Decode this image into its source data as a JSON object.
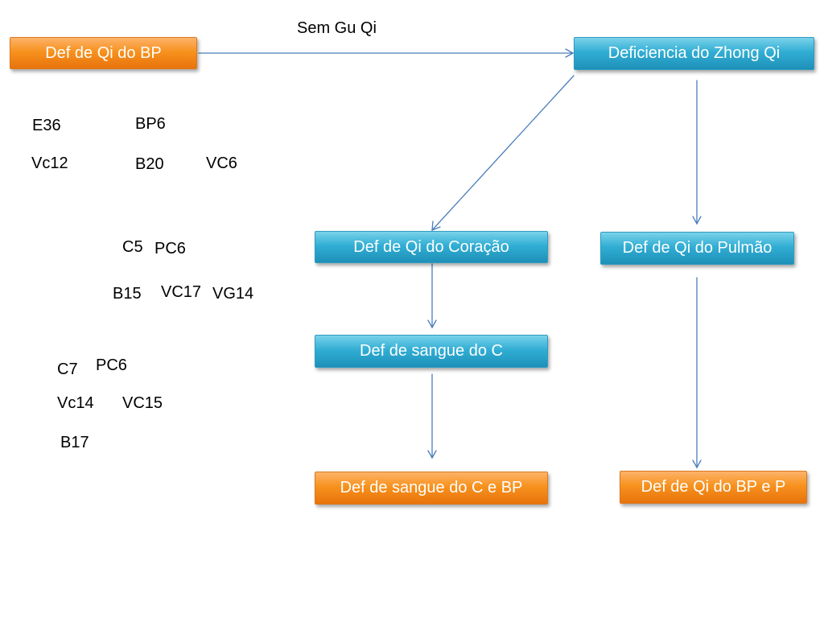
{
  "diagram": {
    "arrow_label": "Sem Gu Qi",
    "colors": {
      "orange_box": "#f7921e",
      "blue_box": "#31aed4",
      "connector": "#4a7ebb"
    },
    "nodes": {
      "def_qi_bp": "Def de Qi do BP",
      "deficiencia_zhong_qi": "Deficiencia do Zhong Qi",
      "def_qi_coracao": "Def de Qi do Coração",
      "def_qi_pulmao": "Def de Qi do Pulmão",
      "def_sangue_c": "Def de sangue do C",
      "def_sangue_c_bp": "Def de sangue do C e BP",
      "def_qi_bp_p": "Def de Qi do BP e P"
    },
    "points_group_1": [
      "E36",
      "BP6",
      "Vc12",
      "B20",
      "VC6"
    ],
    "points_group_2": [
      "C5",
      "PC6",
      "B15",
      "VC17",
      "VG14"
    ],
    "points_group_3": [
      "C7",
      "PC6",
      "Vc14",
      "VC15",
      "B17"
    ]
  }
}
